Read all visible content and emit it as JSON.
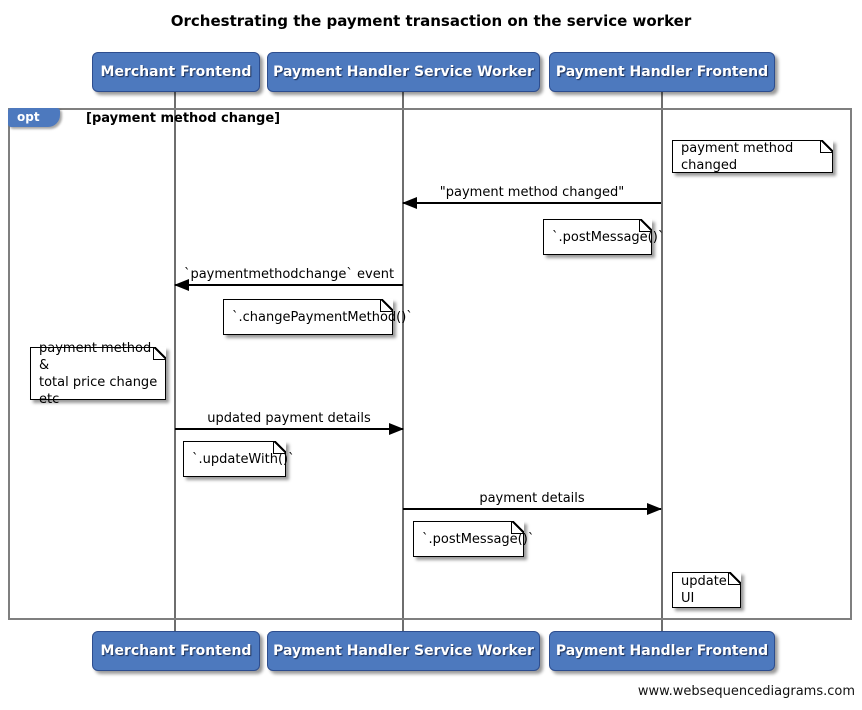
{
  "title": "Orchestrating the payment transaction on the service worker",
  "actors": [
    {
      "label": "Merchant Frontend"
    },
    {
      "label": "Payment Handler Service Worker"
    },
    {
      "label": "Payment Handler Frontend"
    }
  ],
  "fragment": {
    "operator": "opt",
    "guard": "[payment method change]"
  },
  "messages": [
    {
      "label": "\"payment method changed\"",
      "from": "Payment Handler Frontend",
      "to": "Payment Handler Service Worker",
      "direction": "left"
    },
    {
      "label": "`paymentmethodchange` event",
      "from": "Payment Handler Service Worker",
      "to": "Merchant Frontend",
      "direction": "left"
    },
    {
      "label": "updated payment details",
      "from": "Merchant Frontend",
      "to": "Payment Handler Service Worker",
      "direction": "right"
    },
    {
      "label": "payment details",
      "from": "Payment Handler Service Worker",
      "to": "Payment Handler Frontend",
      "direction": "right"
    }
  ],
  "notes": [
    {
      "text": "payment method changed",
      "anchor": "right of Payment Handler Frontend"
    },
    {
      "text": "`.postMessage()`",
      "anchor": "left of Payment Handler Frontend"
    },
    {
      "text": "`.changePaymentMethod()`",
      "anchor": "left of Payment Handler Service Worker"
    },
    {
      "text": "payment method &\ntotal price change etc",
      "anchor": "left of Merchant Frontend"
    },
    {
      "text": "`.updateWith()`",
      "anchor": "right of Merchant Frontend"
    },
    {
      "text": "`.postMessage()`",
      "anchor": "right of Payment Handler Service Worker"
    },
    {
      "text": "update UI",
      "anchor": "right of Payment Handler Frontend"
    }
  ],
  "watermark": "www.websequencediagrams.com",
  "colors": {
    "actor_fill": "#4d79be",
    "actor_border": "#2d4d8e",
    "actor_text": "#ffffff",
    "frame_border": "#7f7f7f",
    "lifeline": "#6e6e6e",
    "arrow": "#000000",
    "note_bg": "#ffffff",
    "note_border": "#000000",
    "background": "#ffffff"
  }
}
